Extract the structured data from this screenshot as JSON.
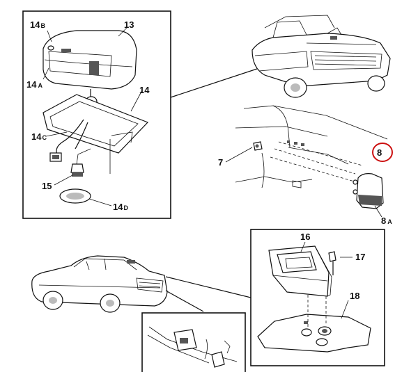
{
  "callouts": {
    "c14b": {
      "num": "14",
      "suffix": "B"
    },
    "c13": {
      "num": "13"
    },
    "c14a": {
      "num": "14",
      "suffix": "A"
    },
    "c14": {
      "num": "14"
    },
    "c14c": {
      "num": "14",
      "suffix": "C"
    },
    "c15": {
      "num": "15"
    },
    "c14d": {
      "num": "14",
      "suffix": "D"
    },
    "c7": {
      "num": "7"
    },
    "c8": {
      "num": "8"
    },
    "c8a": {
      "num": "8",
      "suffix": "A"
    },
    "c16": {
      "num": "16"
    },
    "c17": {
      "num": "17"
    },
    "c18": {
      "num": "18"
    }
  },
  "highlight_color": "#cc1111"
}
